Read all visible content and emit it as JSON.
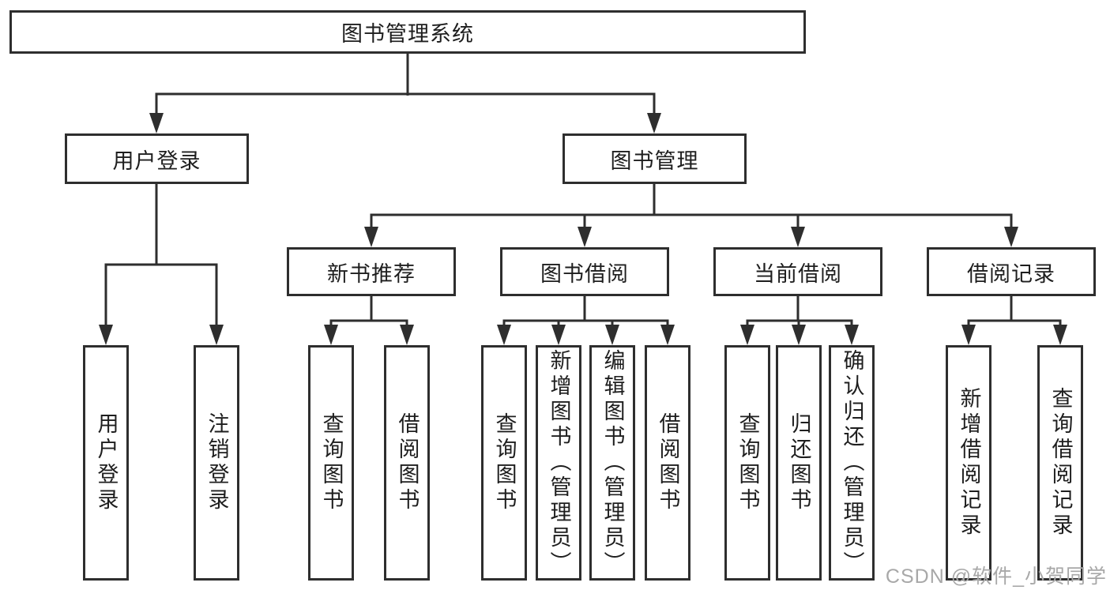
{
  "tree": {
    "root": {
      "label": "图书管理系统"
    },
    "branches": [
      {
        "label": "用户登录",
        "leaves": [
          {
            "label": "用户登录"
          },
          {
            "label": "注销登录"
          }
        ]
      },
      {
        "label": "图书管理",
        "groups": [
          {
            "label": "新书推荐",
            "leaves": [
              {
                "label": "查询图书"
              },
              {
                "label": "借阅图书"
              }
            ]
          },
          {
            "label": "图书借阅",
            "leaves": [
              {
                "label": "查询图书"
              },
              {
                "label": "新增图书（管理员）"
              },
              {
                "label": "编辑图书（管理员）"
              },
              {
                "label": "借阅图书"
              }
            ]
          },
          {
            "label": "当前借阅",
            "leaves": [
              {
                "label": "查询图书"
              },
              {
                "label": "归还图书"
              },
              {
                "label": "确认归还（管理员）"
              }
            ]
          },
          {
            "label": "借阅记录",
            "leaves": [
              {
                "label": "新增借阅记录"
              },
              {
                "label": "查询借阅记录"
              }
            ]
          }
        ]
      }
    ]
  },
  "watermark": {
    "text": "CSDN @软件_小贺同学"
  },
  "colors": {
    "line": "#2e2e2e",
    "text": "#1e1e1e",
    "watermark": "#a8a8a8",
    "background": "#ffffff"
  }
}
